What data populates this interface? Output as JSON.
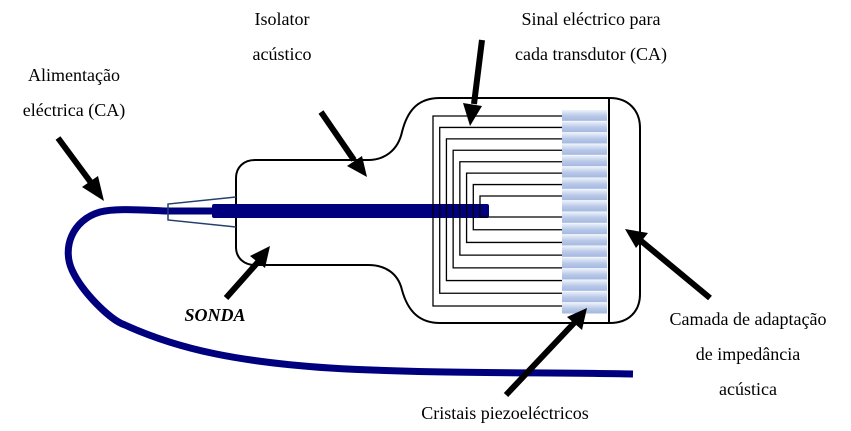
{
  "labels": {
    "power_line1": "Alimentação",
    "power_line2": "eléctrica (CA)",
    "isolator_line1": "Isolator",
    "isolator_line2": "acústico",
    "signal_line1": "Sinal eléctrico para",
    "signal_line2": "cada transdutor (CA)",
    "probe": "SONDA",
    "matching_line1": "Camada de adaptação",
    "matching_line2": "de impedância",
    "matching_line3": "acústica",
    "crystals": "Cristais piezoeléctricos"
  },
  "colors": {
    "cable": "#00007f",
    "outline": "#000000",
    "crystal_light": "#e8eef8",
    "crystal_dark": "#a9bde3"
  },
  "components": {
    "transducer_wire_count": 16,
    "crystal_element_count": 18
  }
}
